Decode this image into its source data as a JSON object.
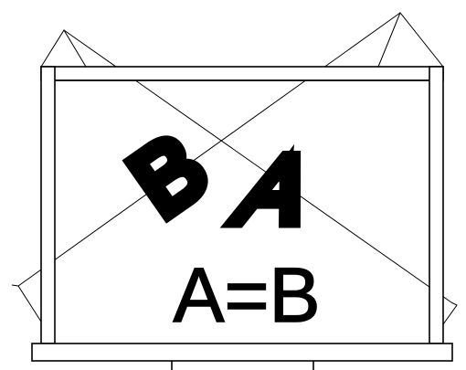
{
  "drawing": {
    "equation_label": "A=B",
    "letter_left": "B",
    "letter_right": "A",
    "ink_color": "#000000",
    "background_color": "#ffffff"
  }
}
